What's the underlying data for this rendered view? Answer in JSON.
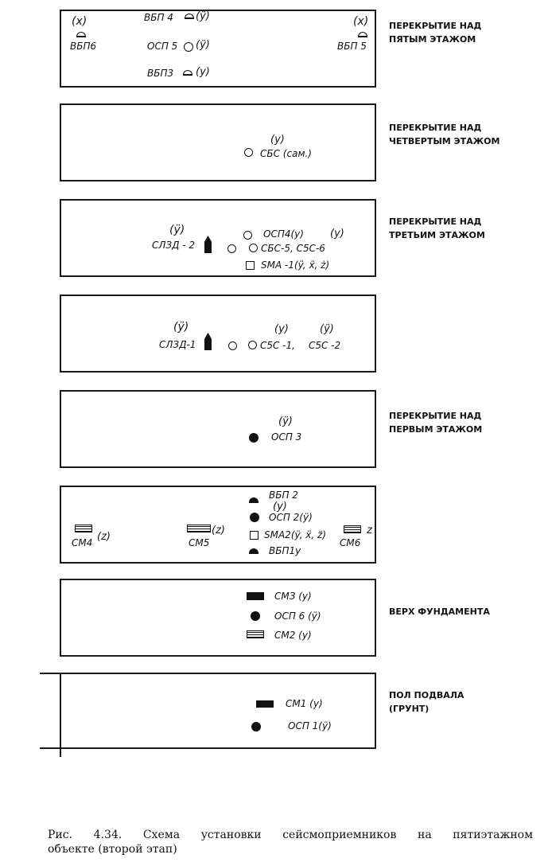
{
  "floors": [
    {
      "label_lines": [
        "ПЕРЕКРЫТИЕ НАД",
        "ПЯТЫМ ЭТАЖОМ"
      ],
      "items": {
        "x_left": "(x)",
        "vbp6": "ВБП6",
        "vbp4": "ВБП 4",
        "vbp4_dir": "(ÿ)",
        "x_right": "(x)",
        "vbp5": "ВБП 5",
        "osp5": "ОСП 5",
        "osp5_dir": "(ÿ)",
        "vbp3": "ВБП3",
        "vbp3_dir": "(у)"
      }
    },
    {
      "label_lines": [
        "ПЕРЕКРЫТИЕ НАД",
        "ЧЕТВЕРТЫМ ЭТАЖОМ"
      ],
      "items": {
        "sbs_dir": "(у)",
        "sbs": "СБС (сам.)"
      }
    },
    {
      "label_lines": [
        "ПЕРЕКРЫТИЕ НАД",
        "ТРЕТЬИМ ЭТАЖОМ"
      ],
      "items": {
        "slzd_dir": "(ÿ)",
        "slzd": "СЛЗД - 2",
        "osp4": "ОСП4(у)",
        "sbs5_dir": "(у)",
        "sbs5": "СБС-5, С5С-6",
        "sma1": "SMA -1(ÿ, ẍ, ż)"
      }
    },
    {
      "label_lines": [],
      "items": {
        "slzd_dir": "(ÿ)",
        "slzd": "СЛЗД-1",
        "c5c1_dir": "(у)",
        "c5c1": "С5С -1,",
        "c5c2_dir": "(ÿ)",
        "c5c2": "С5С -2"
      }
    },
    {
      "label_lines": [
        "ПЕРЕКРЫТИЕ НАД",
        "ПЕРВЫМ ЭТАЖОМ"
      ],
      "items": {
        "osp3_dir": "(ÿ)",
        "osp3": "ОСП 3"
      }
    },
    {
      "label_lines": [],
      "items": {
        "vbp2": "ВБП 2",
        "osp2_dir": "(у)",
        "osp2": "ОСП 2(ÿ)",
        "sma2": "SMA2(ÿ, ẍ, z̈)",
        "vbp1": "ВБП1у",
        "sm4": "СМ4",
        "sm4_dir": "(z)",
        "sm5": "СМ5",
        "sm5_dir": "(z)",
        "sm6": "СМ6",
        "sm6_dir": "z"
      }
    },
    {
      "label_lines": [
        "ВЕРХ ФУНДАМЕНТА"
      ],
      "items": {
        "sm3": "СМЗ  (у)",
        "osp6": "ОСП 6 (ÿ)",
        "sm2": "СМ2  (у)"
      }
    },
    {
      "label_lines": [
        "ПОЛ ПОДВАЛА",
        "(ГРУНТ)"
      ],
      "items": {
        "sm1": "СМ1 (у)",
        "osp1": "ОСП 1(ÿ)"
      }
    }
  ],
  "caption": {
    "line1": "Рис. 4.34. Схема установки сейсмоприемников на пятиэтажном",
    "line2": "объекте (второй этап)"
  }
}
